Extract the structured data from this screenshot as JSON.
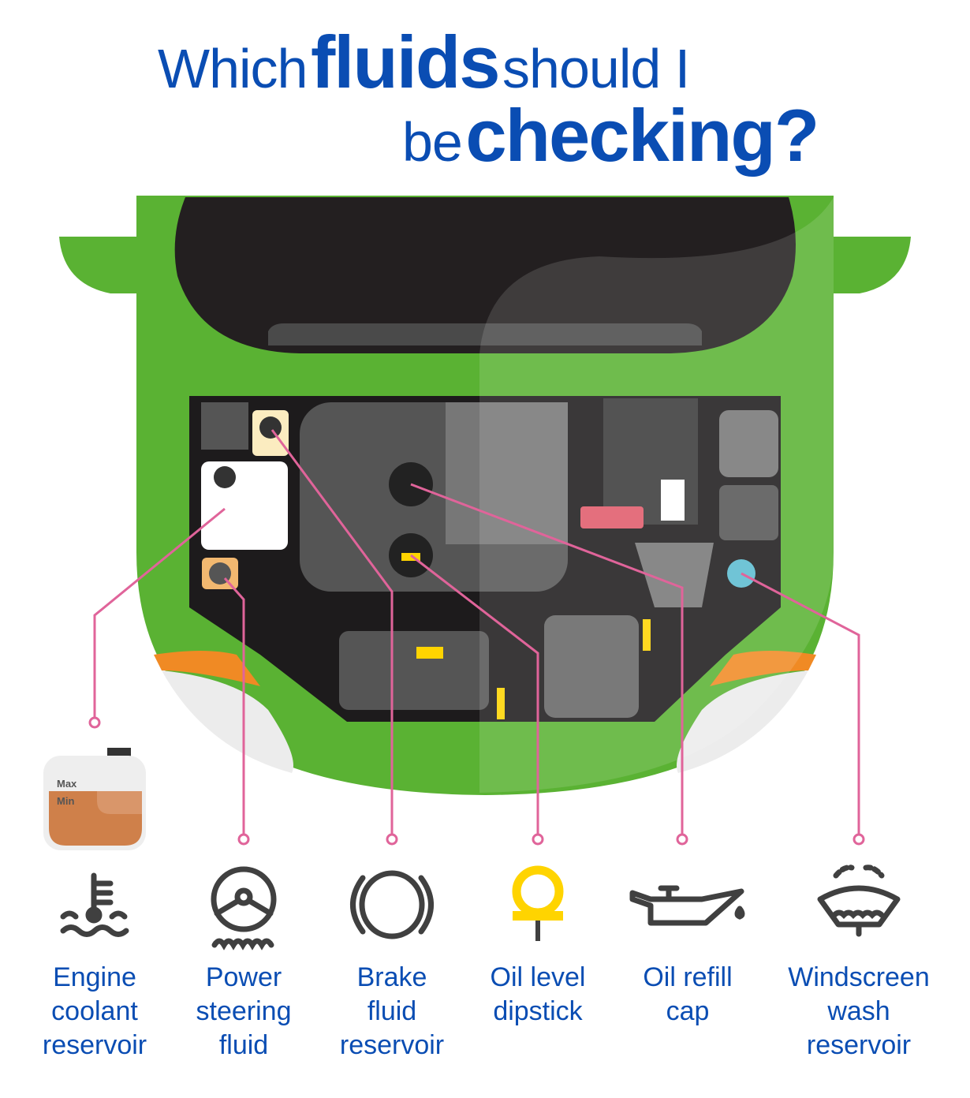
{
  "title": {
    "line1": {
      "pre": "Which",
      "bold": "fluids",
      "post": "should I"
    },
    "line2": {
      "pre": "be",
      "bold": "checking?"
    }
  },
  "reservoir_marks": {
    "max": "Max",
    "min": "Min"
  },
  "items": [
    {
      "icon": "coolant-temperature-icon",
      "lines": [
        "Engine",
        "coolant",
        "reservoir"
      ]
    },
    {
      "icon": "steering-wheel-icon",
      "lines": [
        "Power",
        "steering",
        "fluid"
      ]
    },
    {
      "icon": "brake-warning-icon",
      "lines": [
        "Brake",
        "fluid",
        "reservoir"
      ]
    },
    {
      "icon": "dipstick-icon",
      "lines": [
        "Oil level",
        "dipstick"
      ]
    },
    {
      "icon": "oil-can-icon",
      "lines": [
        "Oil refill",
        "cap"
      ]
    },
    {
      "icon": "windscreen-washer-icon",
      "lines": [
        "Windscreen",
        "wash",
        "reservoir"
      ]
    }
  ],
  "colors": {
    "title": "#0a4db3",
    "car": "#5ab233",
    "leader": "#e0649a",
    "icon": "#404040",
    "dipstick": "#ffd400",
    "coolant": "#cf804a"
  }
}
